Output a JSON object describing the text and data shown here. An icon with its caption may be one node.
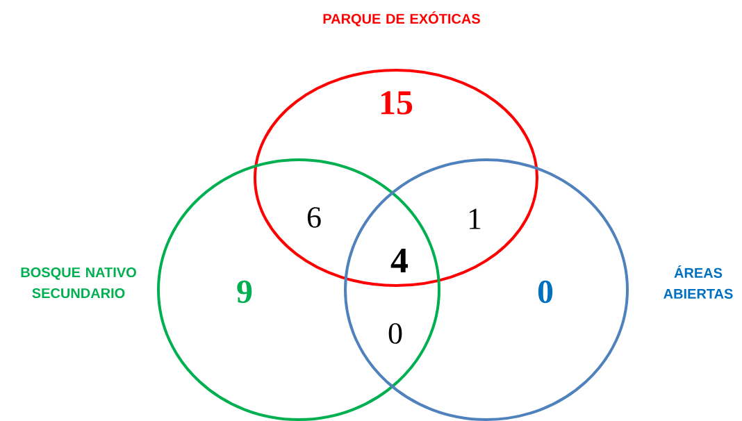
{
  "diagram": {
    "nodes": [
      {
        "text": [
          "PARQUE DE EXÓTICAS",
          "15"
        ]
      },
      {
        "text": [
          "BOSQUE NATIVO SECUNDARIO",
          "9"
        ]
      },
      {
        "text": [
          "0",
          "ÁREAS ABIERTAS"
        ]
      }
    ],
    "labels": [
      "6",
      "1",
      "4",
      "0"
    ]
  }
}
